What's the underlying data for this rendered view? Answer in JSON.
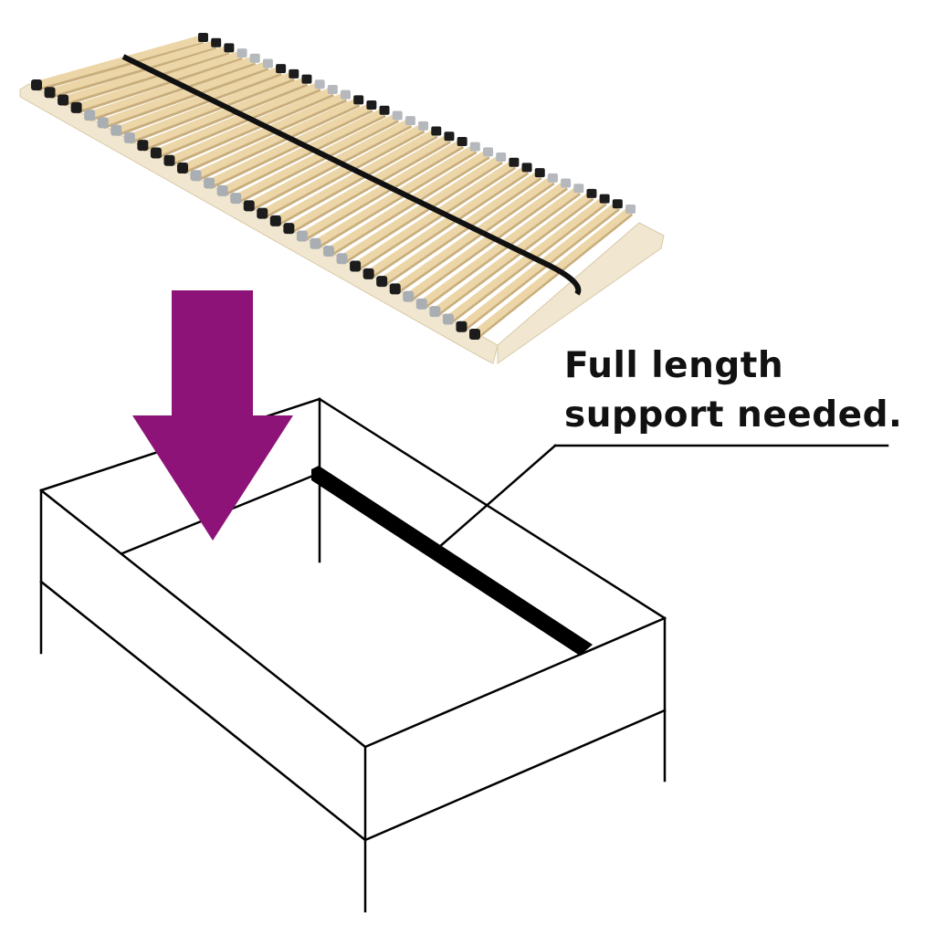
{
  "caption": {
    "line1": "Full length",
    "line2": "support needed."
  },
  "colors": {
    "arrow": "#8e1378",
    "wood_slat": "#ecd6a8",
    "wood_frame": "#f1e6cf",
    "slat_cap": "#1c1c1c",
    "strap": "#111111",
    "line": "#000000"
  },
  "illustration": {
    "top_item": "slatted-bed-base-photo",
    "arrow_direction": "down",
    "bottom_item": "bed-frame-outline-with-center-support-beam"
  }
}
